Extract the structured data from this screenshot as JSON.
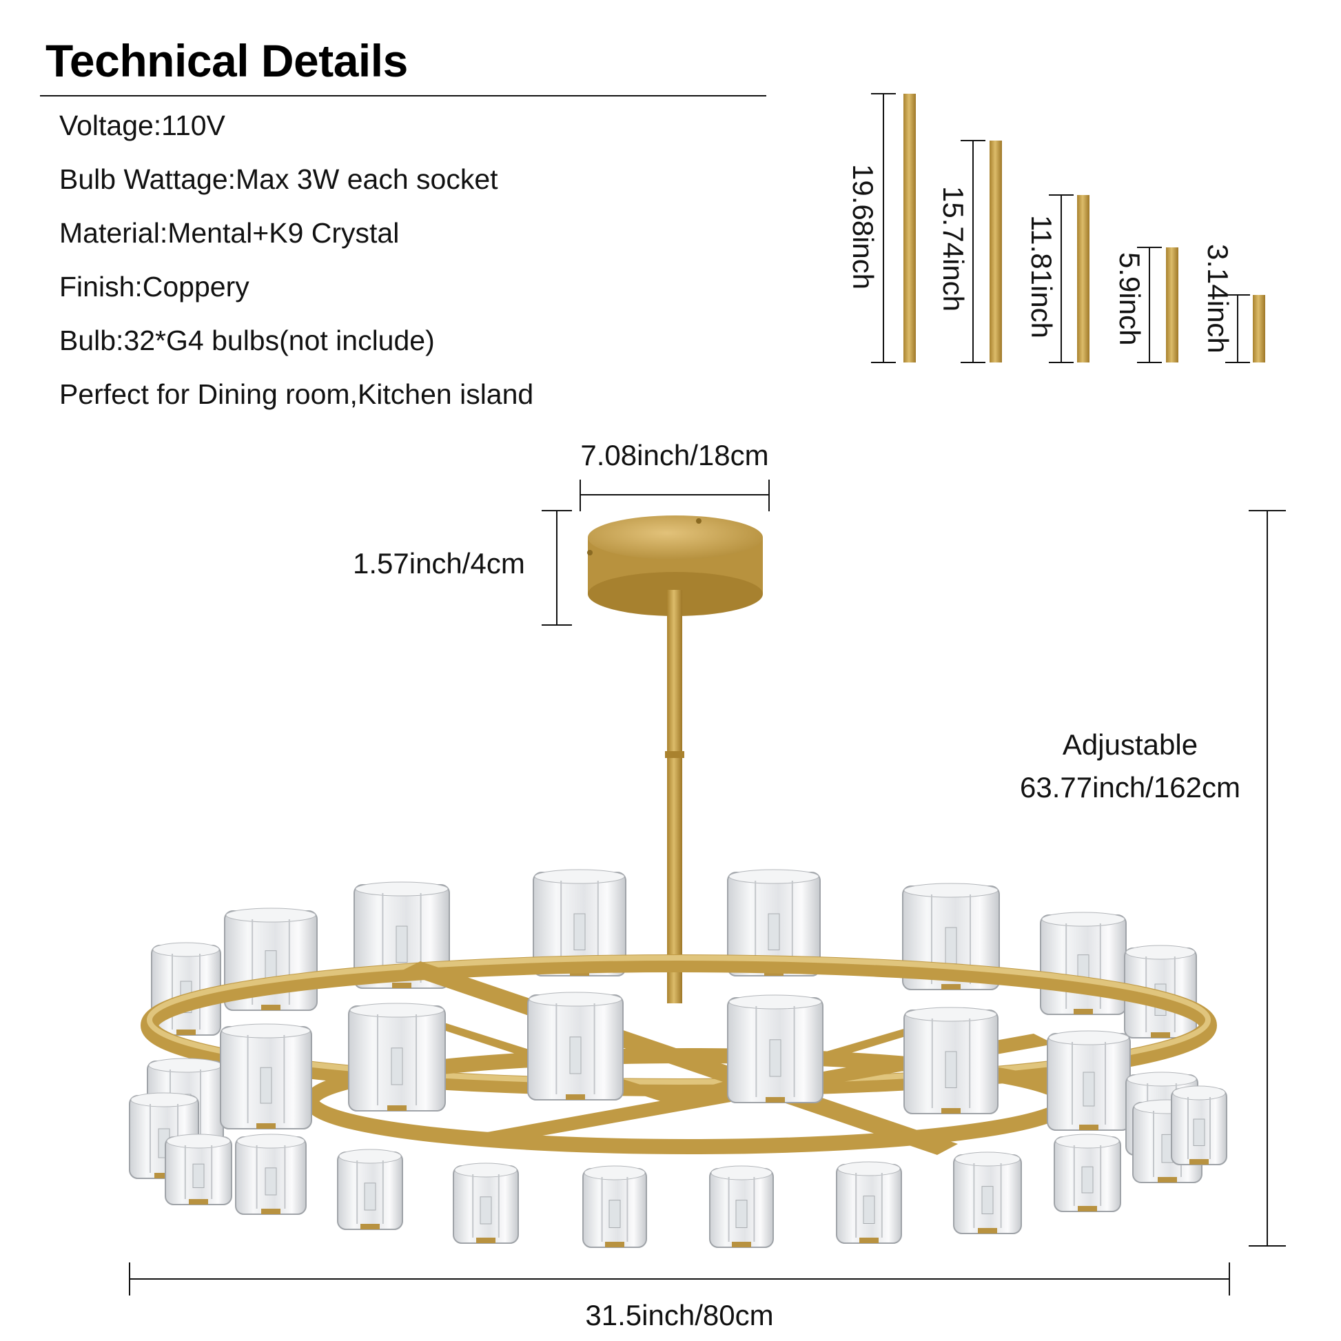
{
  "header": {
    "title": "Technical Details"
  },
  "specs": [
    "Voltage:110V",
    "Bulb Wattage:Max 3W each socket",
    "Material:Mental+K9 Crystal",
    "Finish:Coppery",
    "Bulb:32*G4 bulbs(not include)",
    "Perfect for Dining room,Kitchen island"
  ],
  "rods": [
    {
      "label": "19.68inch"
    },
    {
      "label": "15.74inch"
    },
    {
      "label": "11.81inch"
    },
    {
      "label": "5.9inch"
    },
    {
      "label": "3.14inch"
    }
  ],
  "dimensions": {
    "canopy_width": "7.08inch/18cm",
    "canopy_height": "1.57inch/4cm",
    "adjustable_label": "Adjustable",
    "total_height": "63.77inch/162cm",
    "width": "31.5inch/80cm"
  },
  "colors": {
    "gold": "#c9a24a",
    "gold_dark": "#a9822e",
    "crystal": "#e8eaec",
    "line": "#111111"
  }
}
